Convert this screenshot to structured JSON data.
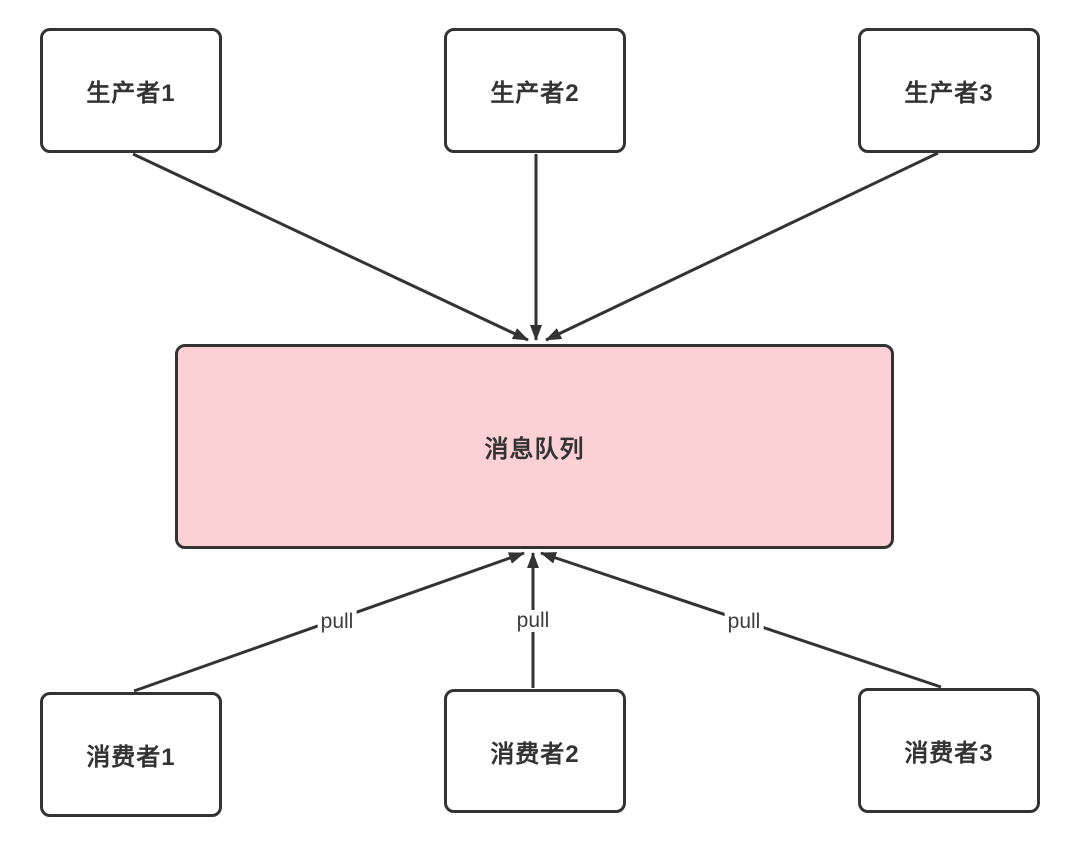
{
  "diagram": {
    "nodes": {
      "producers": [
        {
          "id": "producer-1",
          "label": "生产者1"
        },
        {
          "id": "producer-2",
          "label": "生产者2"
        },
        {
          "id": "producer-3",
          "label": "生产者3"
        }
      ],
      "queue": {
        "id": "message-queue",
        "label": "消息队列"
      },
      "consumers": [
        {
          "id": "consumer-1",
          "label": "消费者1"
        },
        {
          "id": "consumer-2",
          "label": "消费者2"
        },
        {
          "id": "consumer-3",
          "label": "消费者3"
        }
      ]
    },
    "edges": [
      {
        "from": "生产者1",
        "to": "消息队列",
        "label": ""
      },
      {
        "from": "生产者2",
        "to": "消息队列",
        "label": ""
      },
      {
        "from": "生产者3",
        "to": "消息队列",
        "label": ""
      },
      {
        "from": "消费者1",
        "to": "消息队列",
        "label": "pull"
      },
      {
        "from": "消费者2",
        "to": "消息队列",
        "label": "pull"
      },
      {
        "from": "消费者3",
        "to": "消息队列",
        "label": "pull"
      }
    ],
    "colors": {
      "stroke": "#333333",
      "node_fill": "#ffffff",
      "queue_fill": "#fbd1d5",
      "background": "#ffffff",
      "label_color": "#333333"
    }
  }
}
